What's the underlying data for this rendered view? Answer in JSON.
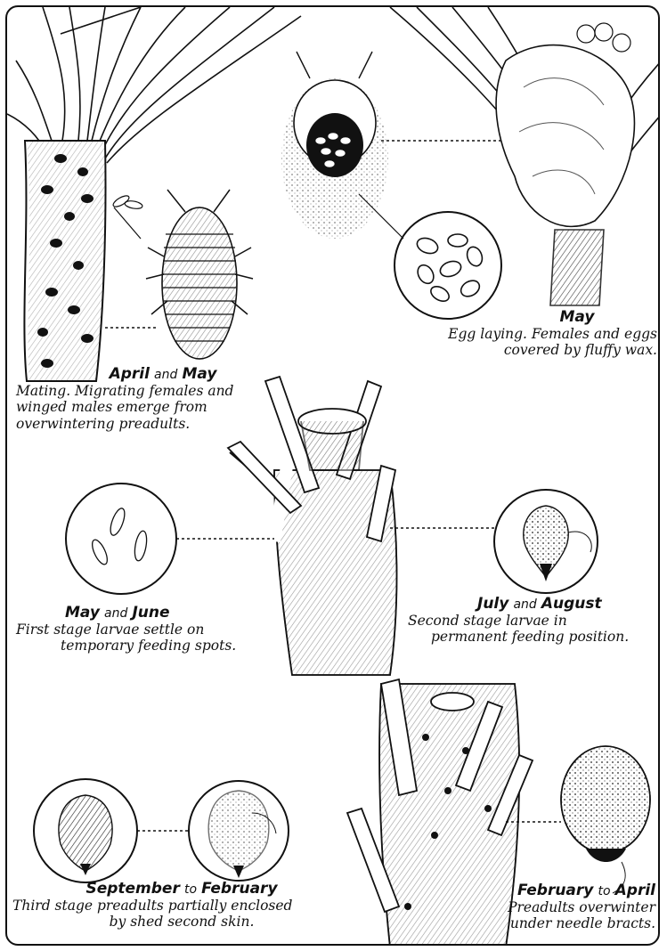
{
  "stages": [
    {
      "id": "april-may",
      "head_a": "April",
      "head_and": "and",
      "head_b": "May",
      "lines": [
        "Mating. Migrating females and",
        "winged males emerge from",
        "overwintering preadults."
      ]
    },
    {
      "id": "may",
      "head_a": "May",
      "head_and": "",
      "head_b": "",
      "lines": [
        "Egg laying. Females and eggs",
        "covered by fluffy wax."
      ]
    },
    {
      "id": "may-june",
      "head_a": "May",
      "head_and": "and",
      "head_b": "June",
      "lines": [
        "First stage larvae  settle on",
        "temporary feeding spots."
      ]
    },
    {
      "id": "july-august",
      "head_a": "July",
      "head_and": "and",
      "head_b": "August",
      "lines": [
        "Second stage larvae in",
        "permanent feeding position."
      ]
    },
    {
      "id": "september-february",
      "head_a": "September",
      "head_and": "to",
      "head_b": "February",
      "lines": [
        "Third stage preadults partially enclosed",
        "by shed second  skin."
      ]
    },
    {
      "id": "february-april",
      "head_a": "February",
      "head_and": "to",
      "head_b": "April",
      "lines": [
        "Preadults overwinter",
        "under needle bracts."
      ]
    }
  ],
  "colors": {
    "ink": "#111111",
    "paper": "#ffffff",
    "shade": "#9a9a9a"
  }
}
